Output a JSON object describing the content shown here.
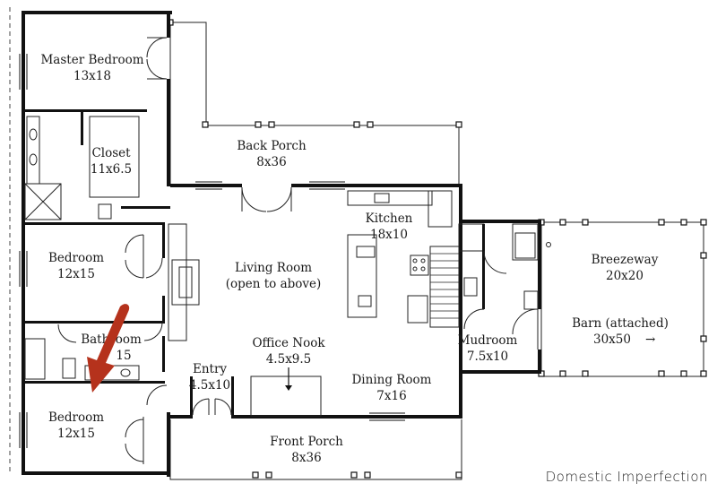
{
  "rooms": {
    "master_bedroom": {
      "name": "Master Bedroom",
      "size": "13x18"
    },
    "closet": {
      "name": "Closet",
      "size": "11x6.5"
    },
    "back_porch": {
      "name": "Back Porch",
      "size": "8x36"
    },
    "kitchen": {
      "name": "Kitchen",
      "size": "18x10"
    },
    "bedroom_1": {
      "name": "Bedroom",
      "size": "12x15"
    },
    "living_room": {
      "name": "Living Room",
      "size": "(open to above)"
    },
    "breezeway": {
      "name": "Breezeway",
      "size": "20x20"
    },
    "barn": {
      "name": "Barn (attached)",
      "size": "30x50"
    },
    "bathroom": {
      "name": "Bathroom",
      "size": "15"
    },
    "office_nook": {
      "name": "Office Nook",
      "size": "4.5x9.5"
    },
    "mudroom": {
      "name": "Mudroom",
      "size": "7.5x10"
    },
    "entry": {
      "name": "Entry",
      "size": "4.5x10"
    },
    "dining_room": {
      "name": "Dining Room",
      "size": "7x16"
    },
    "bedroom_2": {
      "name": "Bedroom",
      "size": "12x15"
    },
    "front_porch": {
      "name": "Front Porch",
      "size": "8x36"
    }
  },
  "barn_arrow": "→",
  "watermark": "Domestic Imperfection",
  "colors": {
    "walls": "#111111",
    "annotation_arrow": "#b5321c",
    "background": "#ffffff"
  }
}
